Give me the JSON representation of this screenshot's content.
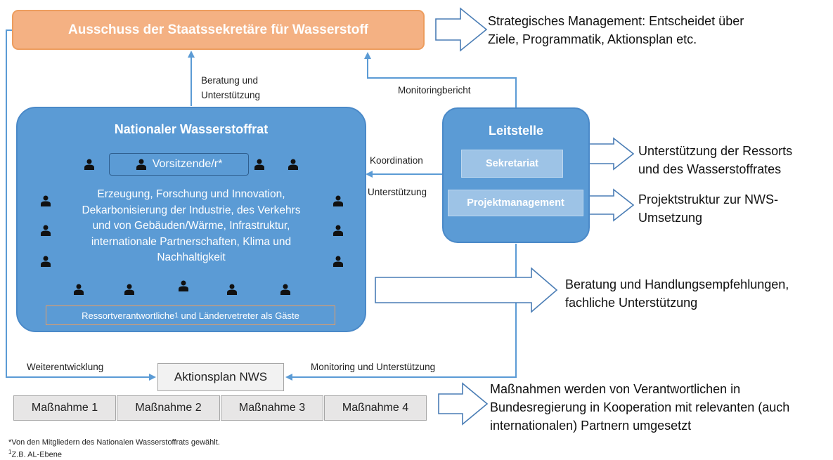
{
  "ausschuss": {
    "title": "Ausschuss der Staatssekretäre für Wasserstoff"
  },
  "rat": {
    "title": "Nationaler Wasserstoffrat",
    "chair": "Vorsitzende/r*",
    "topics": [
      "Erzeugung, Forschung und Innovation,",
      "Dekarbonisierung der Industrie, des Verkehrs",
      "und von Gebäuden/Wärme, Infrastruktur,",
      "internationale Partnerschaften, Klima und",
      "Nachhaltigkeit"
    ],
    "guests_pre": "Ressortverantwortliche",
    "guests_sup": "1",
    "guests_post": " und Ländervetreter als Gäste"
  },
  "leitstelle": {
    "title": "Leitstelle",
    "sekretariat": "Sekretariat",
    "projektmanagement": "Projektmanagement"
  },
  "edges": {
    "beratung": [
      "Beratung und",
      "Unterstützung"
    ],
    "monitoringbericht": "Monitoringbericht",
    "koordination": "Koordination",
    "unterstuetzung": "Unterstützung",
    "weiterentwicklung": "Weiterentwicklung",
    "monitoring_unterstuetzung": "Monitoring und Unterstützung"
  },
  "aktionsplan": "Aktionsplan NWS",
  "massnahmen": [
    "Maßnahme 1",
    "Maßnahme 2",
    "Maßnahme 3",
    "Maßnahme 4"
  ],
  "right_texts": {
    "strategisch": [
      "Strategisches Management: Entscheidet über",
      "Ziele, Programmatik, Aktionsplan etc."
    ],
    "ressorts": [
      "Unterstützung der Ressorts",
      "und des Wasserstoffrates"
    ],
    "projektstruktur": [
      "Projektstruktur zur NWS-",
      "Umsetzung"
    ],
    "beratung": [
      "Beratung und Handlungsempfehlungen,",
      "fachliche Unterstützung"
    ],
    "massnahmen": [
      "Maßnahmen werden von Verantwortlichen in",
      "Bundesregierung in Kooperation mit relevanten (auch",
      "internationalen) Partnern umgesetzt"
    ]
  },
  "footnotes": [
    "*Von den Mitgliedern des Nationalen Wasserstoffrats gewählt.",
    "Z.B. AL-Ebene"
  ],
  "footnote_marker": "1",
  "colors": {
    "orange": "#F4B183",
    "blue": "#5B9BD5",
    "light_blue": "#9DC3E6",
    "line": "#5B9BD5"
  },
  "icons": [
    "person-icon",
    "block-arrow-icon",
    "arrowhead-icon"
  ]
}
